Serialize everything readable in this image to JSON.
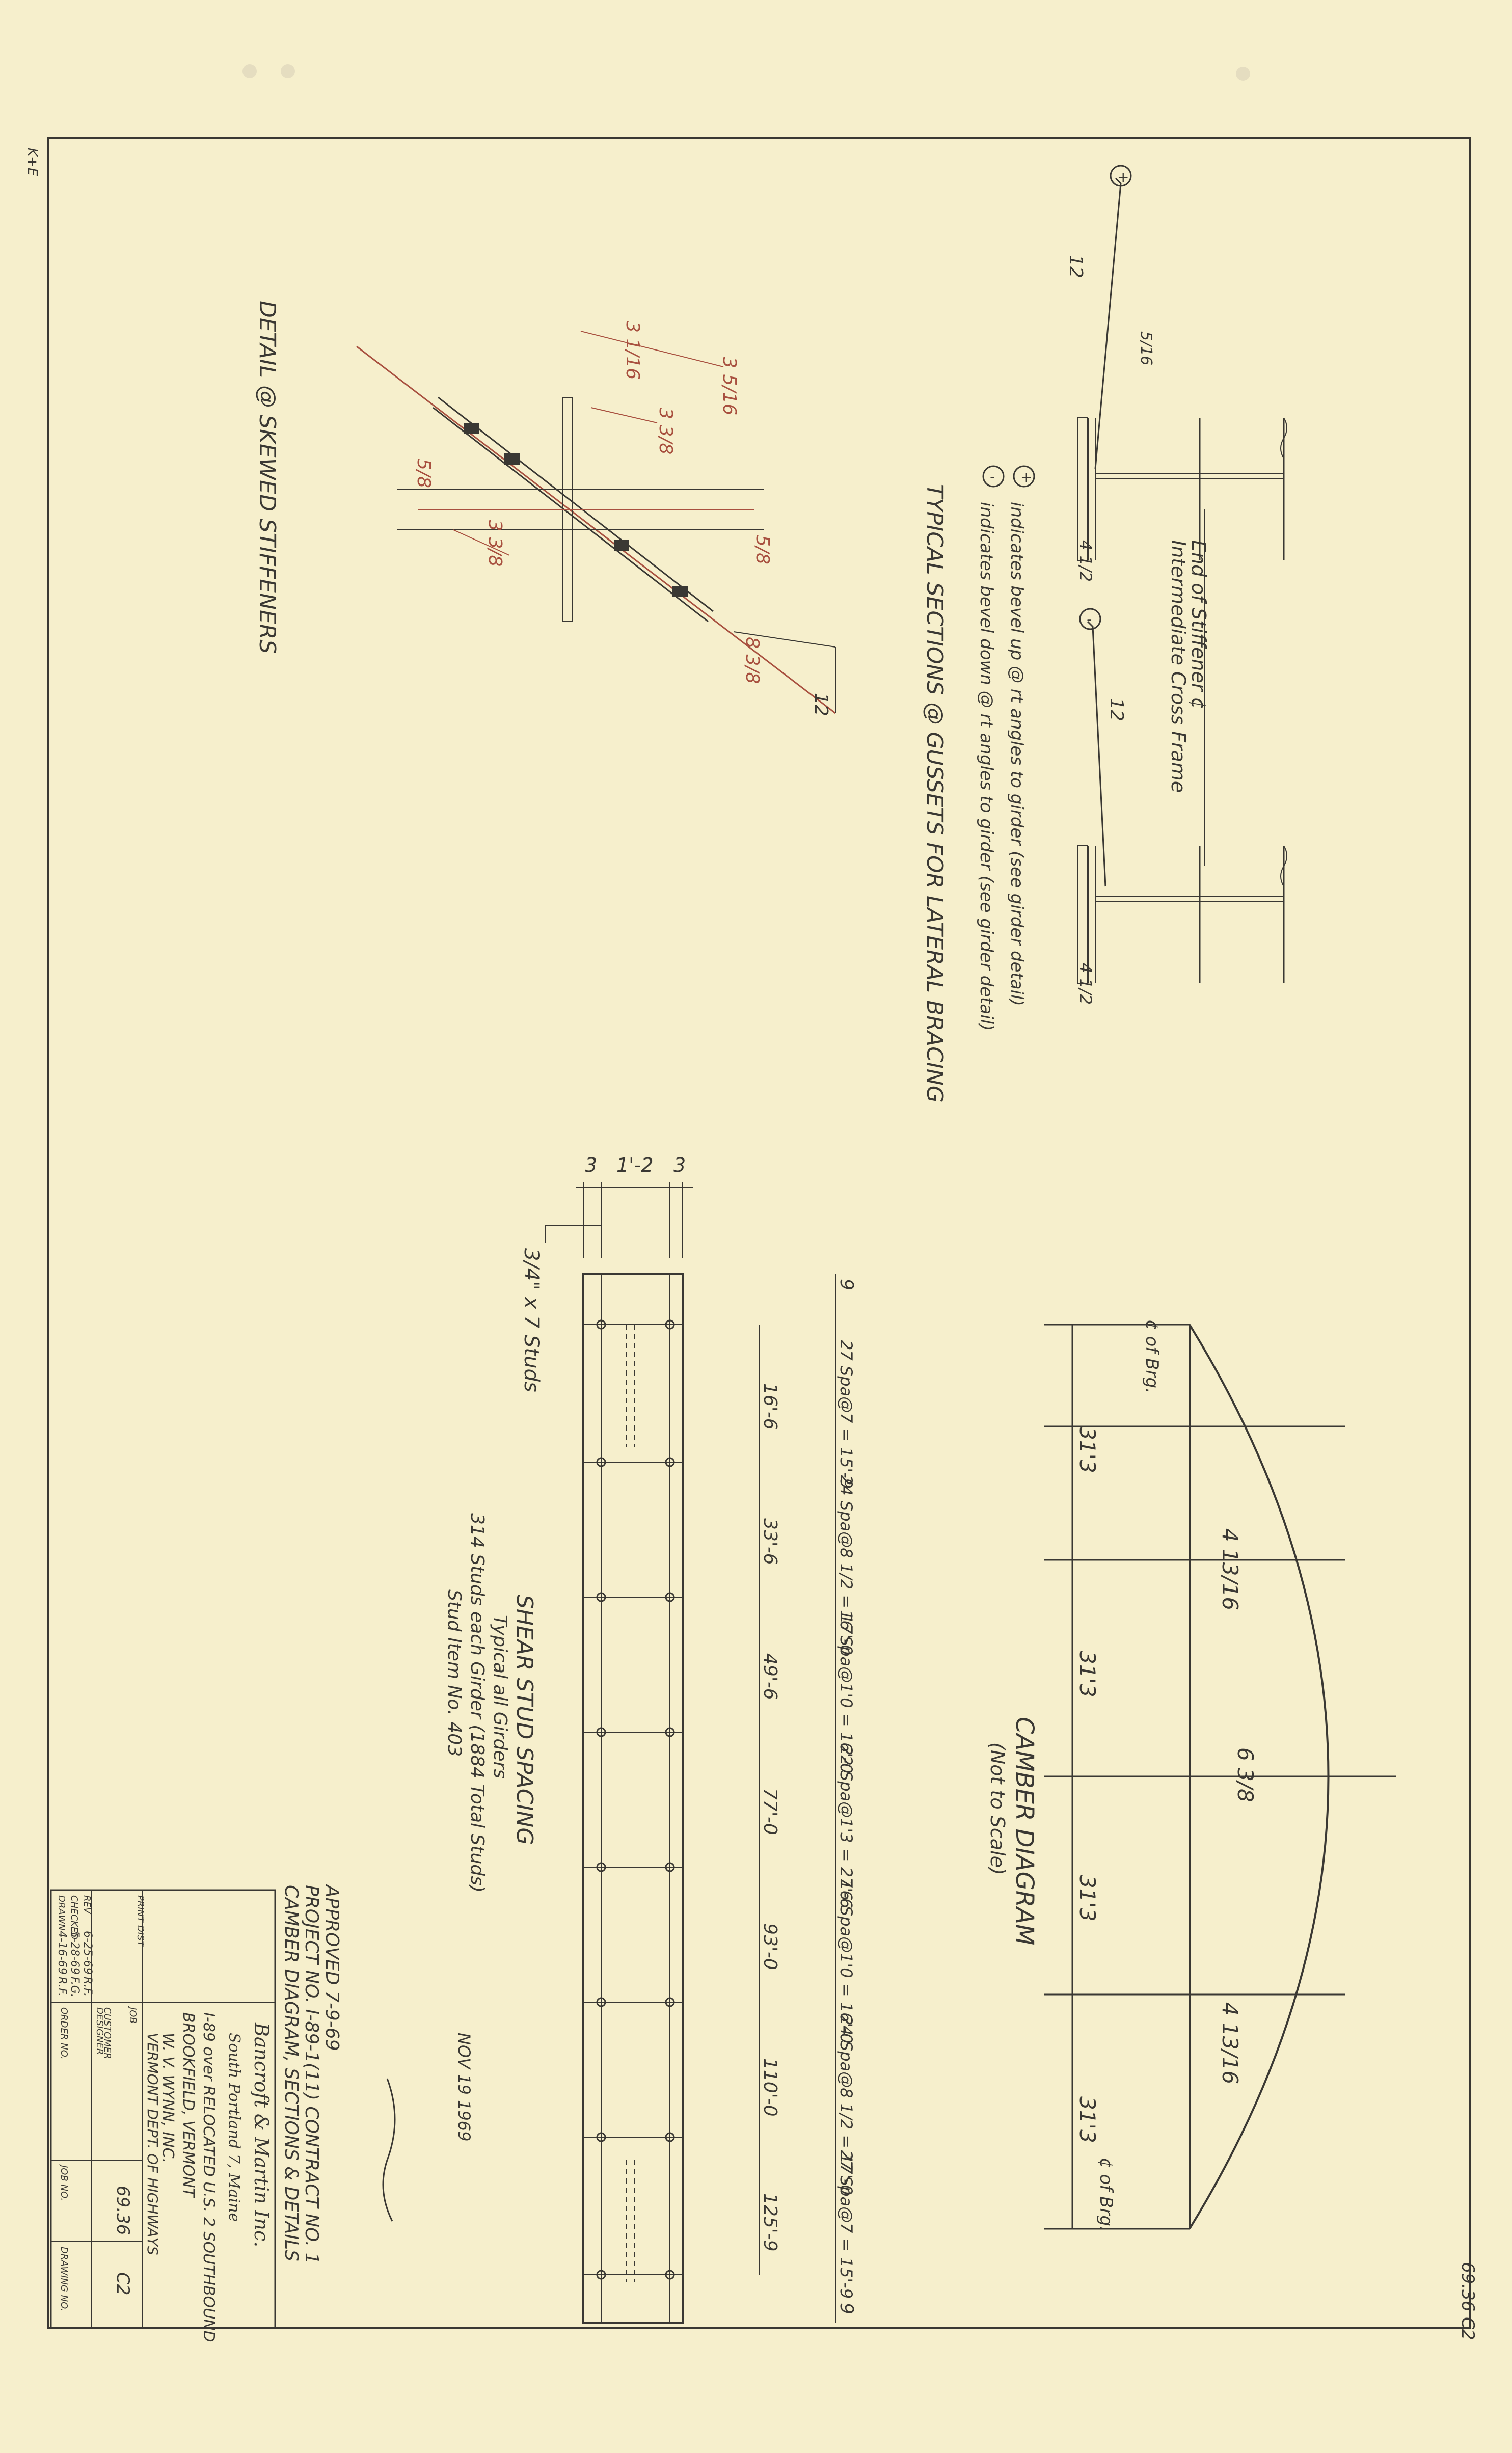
{
  "sheet_corner": "69.36   C2",
  "ke_mark": "K+E",
  "camber": {
    "title": "CAMBER DIAGRAM",
    "subtitle": "(Not to Scale)",
    "left_brg": "¢ of Brg.",
    "right_brg": "¢ of Brg.",
    "spans": [
      "31'3",
      "31'3",
      "31'3",
      "31'3"
    ],
    "ordinates": [
      "4 13/16",
      "6 3/8",
      "4 13/16"
    ]
  },
  "studs": {
    "width_top": [
      "3",
      "1'-2",
      "3"
    ],
    "stud_note": "3/4\" x 7 Studs",
    "end_left": "9",
    "end_right": "9",
    "spacing": [
      "27 Spa@7 = 15'-9",
      "24 Spa@8 1/2 = 17'-0",
      "16 Spa@1'0 = 16'-0",
      "22 Spa@1'3 = 27'-6",
      "16 Spa@1'0 = 16'-0",
      "24 Spa@8 1/2 = 17'-0",
      "27 Spa@7 = 15'-9"
    ],
    "cumulative": [
      "16'-6",
      "33'-6",
      "49'-6",
      "77'-0",
      "93'-0",
      "110'-0",
      "125'-9"
    ],
    "title": "SHEAR STUD SPACING",
    "line1": "Typical all Girders",
    "line2": "314 Studs each Girder (1884 Total Studs)",
    "line3": "Stud Item No. 403"
  },
  "gusset": {
    "title": "TYPICAL SECTIONS @ GUSSETS FOR LATERAL BRACING",
    "note_plus": "indicates bevel up @ rt angles to girder (see girder detail)",
    "note_minus": "indicates bevel down @ rt angles to girder (see girder detail)",
    "end_label": "End of Stiffener ¢",
    "frame_label": "Intermediate Cross Frame",
    "slope": "12",
    "dim": "4 1/2",
    "weld": "5/16"
  },
  "skew": {
    "title": "DETAIL @ SKEWED STIFFENERS",
    "dims": [
      "3 1/16",
      "3 5/16",
      "3 3/8",
      "3 3/8",
      "5/8",
      "5/8",
      "8 3/8",
      "12"
    ]
  },
  "title_block": {
    "approved": "APPROVED 7-9-69",
    "project": "PROJECT NO. I-89-1(11) CONTRACT NO. 1",
    "drawing_title": "CAMBER DIAGRAM, SECTIONS & DETAILS",
    "firm": "Bancroft & Martin Inc.",
    "firm_loc": "South Portland 7, Maine",
    "job": "I-89 over RELOCATED U.S. 2 SOUTHBOUND",
    "job2": "BROOKFIELD, VERMONT",
    "designer": "W. V. WYNN, INC.",
    "customer": "VERMONT DEPT. OF HIGHWAYS",
    "job_no": "69.36",
    "drawing_no": "C2",
    "received": "NOV 19 1969",
    "labels": [
      "REV",
      "CHECKED",
      "DRAWN",
      "PRINT DIST",
      "JOB",
      "CUSTOMER",
      "DESIGNER",
      "ORDER NO.",
      "JOB NO.",
      "DRAWING NO."
    ],
    "rev": [
      "6-25-69",
      "5-28-69",
      "4-16-69"
    ],
    "init": [
      "R.F.",
      "F.G.",
      "R.F."
    ]
  }
}
